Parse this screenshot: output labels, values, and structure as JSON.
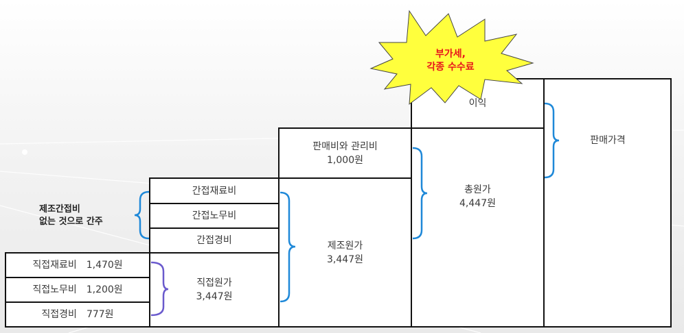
{
  "burst": {
    "line1": "부가세,",
    "line2": "각종 수수료"
  },
  "direct_costs": [
    {
      "name": "직접재료비",
      "amount": "1,470원"
    },
    {
      "name": "직접노무비",
      "amount": "1,200원"
    },
    {
      "name": "직접경비",
      "amount": "777원"
    }
  ],
  "prime_cost": {
    "label": "직접원가",
    "value": "3,447원"
  },
  "indirect_costs": [
    "간접재료비",
    "간접노무비",
    "간접경비"
  ],
  "indirect_note": {
    "line1": "제조간접비",
    "line2": "없는 것으로 간주"
  },
  "manufacturing_cost": {
    "label": "제조원가",
    "value": "3,447원"
  },
  "sga": {
    "label": "판매비와 관리비",
    "value": "1,000원"
  },
  "total_cost": {
    "label": "총원가",
    "value": "4,447원"
  },
  "profit": {
    "label": "이익"
  },
  "selling_price": {
    "label": "판매가격"
  },
  "colors": {
    "blue_brace": "#1e88d8",
    "purple_brace": "#6a5acd",
    "burst_fill": "#ffff3d",
    "burst_text": "#e8141b"
  }
}
